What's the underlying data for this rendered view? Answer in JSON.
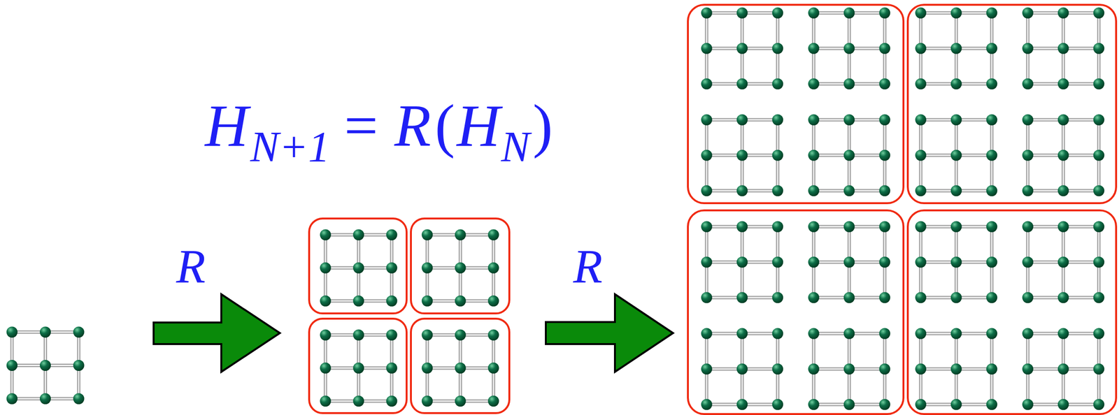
{
  "diagram": {
    "labels": [
      "H",
      "N+1",
      "=",
      "R",
      "(",
      "H",
      "N",
      ")",
      "R",
      "R"
    ]
  }
}
